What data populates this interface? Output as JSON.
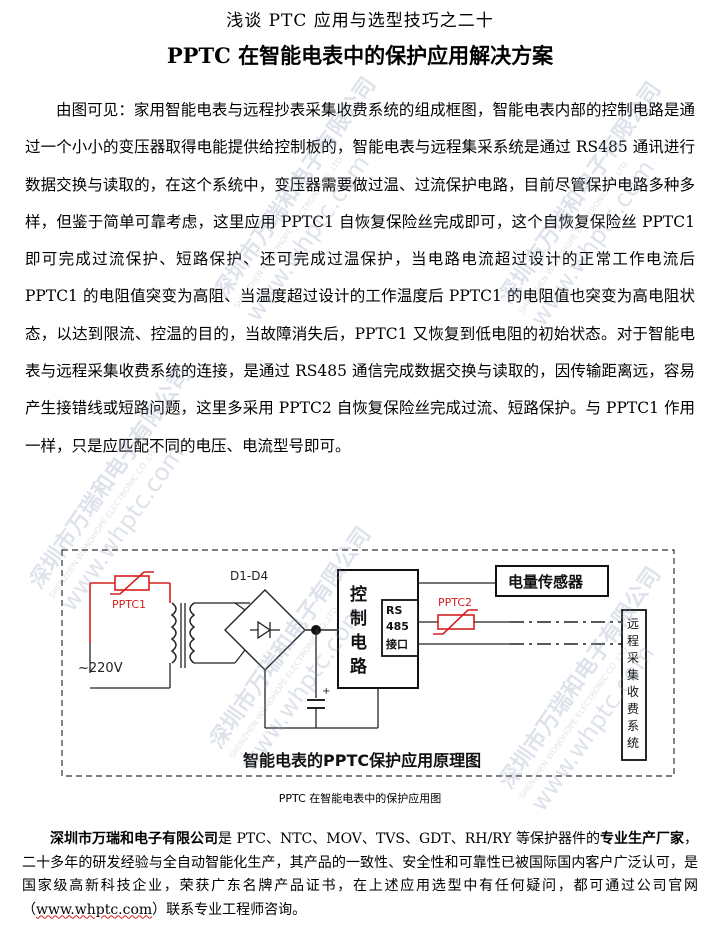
{
  "series_title": "浅谈 PTC 应用与选型技巧之二十",
  "main_title": "PPTC 在智能电表中的保护应用解决方案",
  "body_paragraph": "由图可见：家用智能电表与远程抄表采集收费系统的组成框图，智能电表内部的控制电路是通过一个小小的变压器取得电能提供给控制板的，智能电表与远程集采系统是通过 RS485 通讯进行数据交换与读取的，在这个系统中，变压器需要做过温、过流保护电路，目前尽管保护电路多种多样，但鉴于简单可靠考虑，这里应用 PPTC1 自恢复保险丝完成即可，这个自恢复保险丝 PPTC1 即可完成过流保护、短路保护、还可完成过温保护，当电路电流超过设计的正常工作电流后 PPTC1 的电阻值突变为高阻、当温度超过设计的工作温度后 PPTC1 的电阻值也突变为高电阻状态，以达到限流、控温的目的，当故障消失后，PPTC1 又恢复到低电阻的初始状态。对于智能电表与远程采集收费系统的连接，是通过 RS485 通信完成数据交换与读取的，因传输距离远，容易产生接错线或短路问题，这里多采用 PPTC2 自恢复保险丝完成过流、短路保护。与 PPTC1 作用一样，只是应匹配不同的电压、电流型号即可。",
  "diagram": {
    "pptc1_label": "PPTC1",
    "bridge_label": "D1-D4",
    "voltage_label": "~220V",
    "control_circuit": [
      "控",
      "制",
      "电",
      "路"
    ],
    "rs485_lines": [
      "RS",
      "485",
      "接口"
    ],
    "pptc2_label": "PPTC2",
    "sensor_label": "电量传感器",
    "remote_system": [
      "远",
      "程",
      "采",
      "集",
      "收",
      "费",
      "系",
      "统"
    ],
    "plus_sign": "+",
    "diagram_title": "智能电表的PPTC保护应用原理图"
  },
  "caption": "PPTC 在智能电表中的保护应用图",
  "company": {
    "name": "深圳市万瑞和电子有限公司",
    "text_1": "是 PTC、NTC、MOV、TVS、GDT、RH/RY 等保护器件的",
    "bold_phrase": "专业生产厂家",
    "text_2": "，二十多年的研发经验与全自动智能化生产，其产品的一致性、安全性和可靠性已被国际国内客户广泛认可，是国家级高新科技企业，荣获广东名牌产品证书，在上述应用选型中有任何疑问，都可通过公司官网（",
    "website": "www.whptc.com",
    "text_3": "）联系专业工程师咨询。"
  },
  "watermark": {
    "brand_text": "深圳市万瑞和电子有限公司",
    "english_text": "SHENZHEN WONDHOPE ELECTRONIC CO.,LTD",
    "url_text": "www.whptc.com",
    "color": "#8a9ab8"
  }
}
